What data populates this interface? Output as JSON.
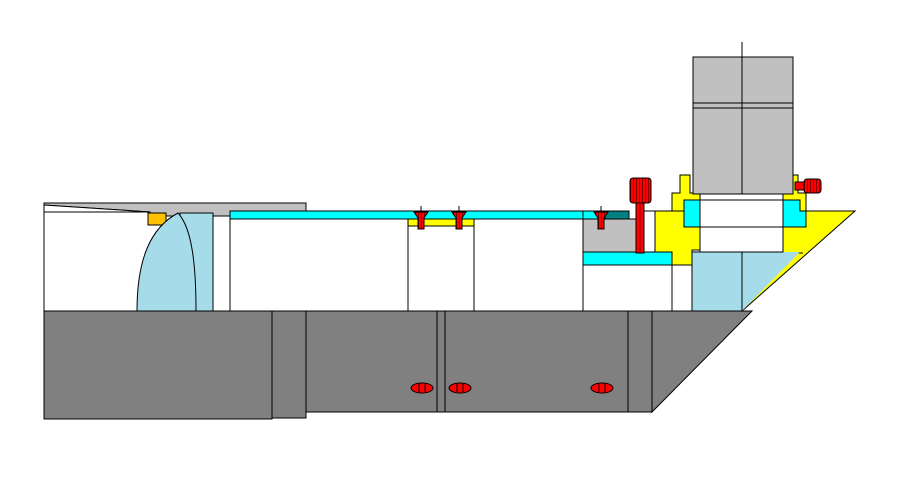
{
  "drawing": {
    "type": "mechanical cross-section",
    "colors": {
      "background": "#ffffff",
      "base": "#808080",
      "housing": "#c0c0c0",
      "glass": "#00ffff",
      "bracket": "#ffff00",
      "amber": "#ffc000",
      "light_blue": "#a6dcea",
      "fastener": "#ff0000",
      "fastener_dark": "#800000",
      "outline": "#000000"
    },
    "fasteners": [
      {
        "name": "screw-1",
        "kind": "countersunk"
      },
      {
        "name": "screw-2",
        "kind": "countersunk"
      },
      {
        "name": "screw-3",
        "kind": "countersunk"
      },
      {
        "name": "bolt-vertical",
        "kind": "knurled bolt"
      },
      {
        "name": "bolt-horizontal",
        "kind": "knurled bolt"
      },
      {
        "name": "base-screw-1",
        "kind": "screw head"
      },
      {
        "name": "base-screw-2",
        "kind": "screw head"
      },
      {
        "name": "base-screw-3",
        "kind": "screw head"
      }
    ]
  }
}
